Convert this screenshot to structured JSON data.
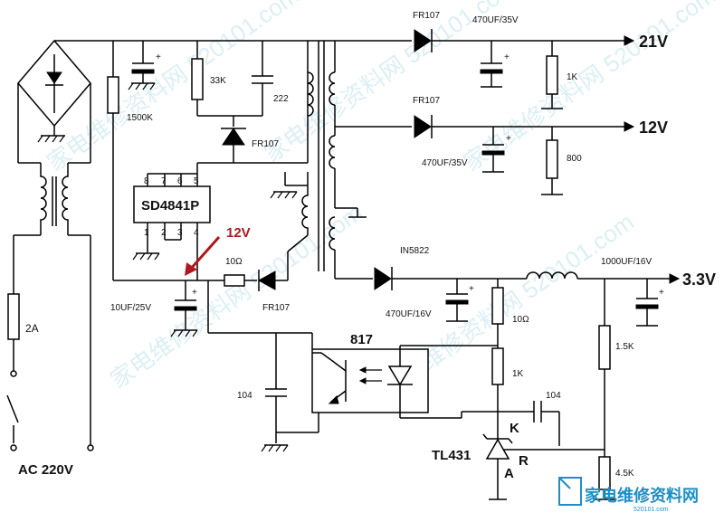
{
  "components": {
    "r_start": "1500K",
    "r_33k": "33K",
    "c_222": "222",
    "d_top": "FR107",
    "ic": "SD4841P",
    "pins_top": [
      "8",
      "7",
      "6",
      "5"
    ],
    "pins_bottom": [
      "1",
      "2",
      "3",
      "4"
    ],
    "vcc_arrow": "12V",
    "r_10ohm": "10Ω",
    "d_aux": "FR107",
    "c_vcc": "10UF/25V",
    "fuse": "2A",
    "ac_input": "AC 220V",
    "d_21": "FR107",
    "c_21": "470UF/35V",
    "r_21": "1K",
    "out_21": "21V",
    "d_12": "FR107",
    "c_12": "470UF/35V",
    "r_12": "800",
    "out_12": "12V",
    "d_33": "IN5822",
    "c_33a": "470UF/16V",
    "c_33b": "1000UF/16V",
    "out_33": "3.3V",
    "r_10ohm_b": "10Ω",
    "r_1k": "1K",
    "r_1k5": "1.5K",
    "r_4k5": "4.5K",
    "c_104a": "104",
    "c_104b": "104",
    "opto": "817",
    "tl431": "TL431",
    "pin_k": "K",
    "pin_r": "R",
    "pin_a": "A"
  },
  "watermark": {
    "text": "家电维修资料网 520101.com",
    "logo": "家电维修资料网",
    "logo_url": "520101.com"
  }
}
